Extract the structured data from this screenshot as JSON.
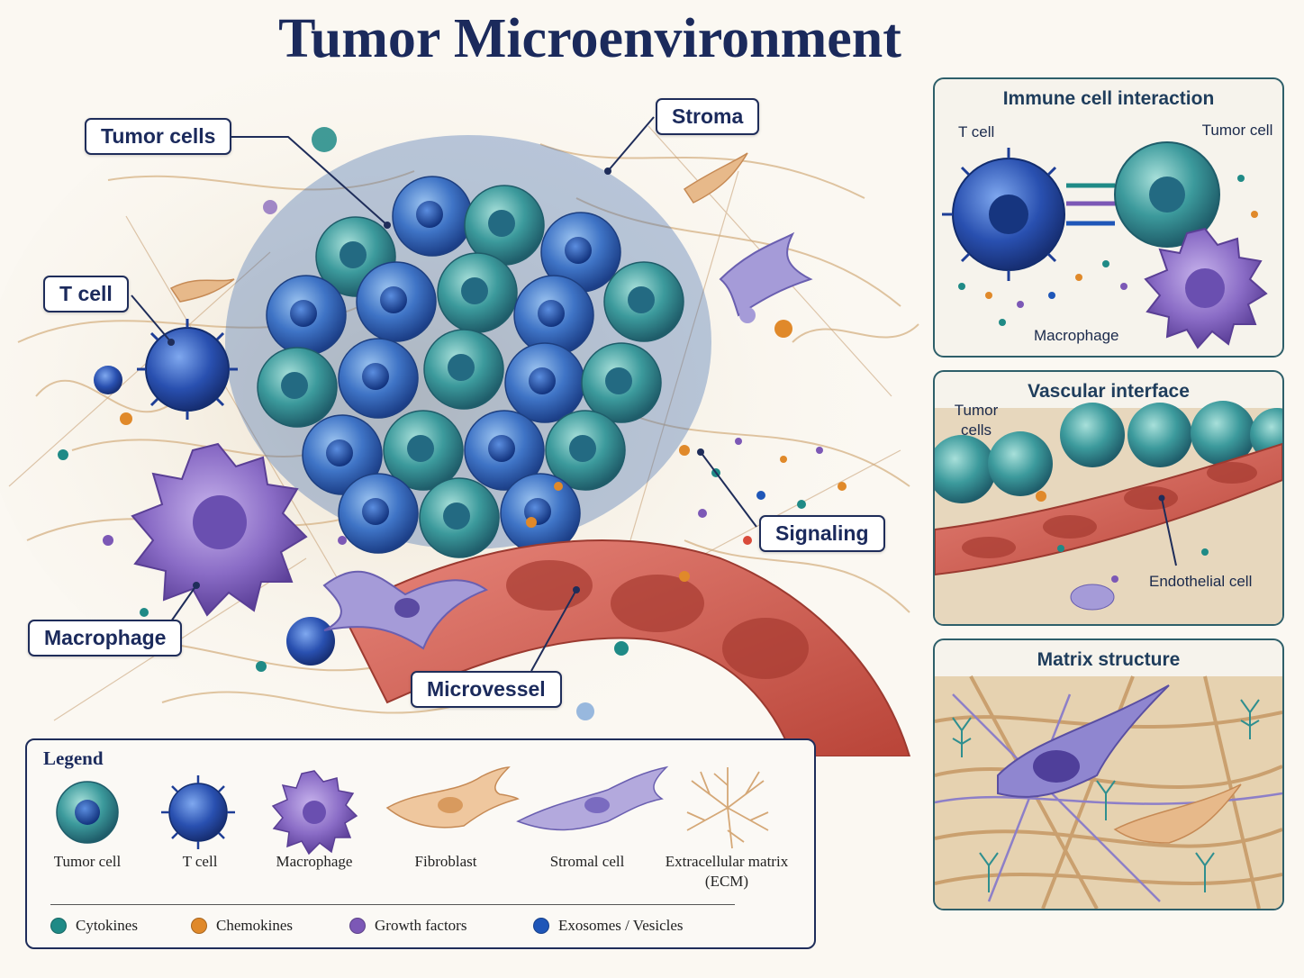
{
  "title": "Tumor Microenvironment",
  "callouts": {
    "tumor_cells": "Tumor cells",
    "stroma": "Stroma",
    "t_cell": "T cell",
    "signaling": "Signaling",
    "macrophage": "Macrophage",
    "microvessel": "Microvessel"
  },
  "panels": {
    "immune": {
      "title": "Immune cell interaction",
      "t_cell": "T cell",
      "tumor_cell": "Tumor cell",
      "macrophage": "Macrophage"
    },
    "vascular": {
      "title": "Vascular interface",
      "tumor_cells": "Tumor cells",
      "endothelial": "Endothelial cell"
    },
    "matrix": {
      "title": "Matrix structure"
    }
  },
  "legend": {
    "title": "Legend",
    "items": [
      {
        "label": "Tumor cell",
        "icon": "tumor-cell-icon"
      },
      {
        "label": "T cell",
        "icon": "t-cell-icon"
      },
      {
        "label": "Macrophage",
        "icon": "macrophage-icon"
      },
      {
        "label": "Fibroblast",
        "icon": "fibroblast-icon"
      },
      {
        "label": "Stromal cell",
        "icon": "stromal-cell-icon"
      },
      {
        "label": "Extracellular matrix (ECM)",
        "icon": "ecm-icon"
      }
    ],
    "signals": [
      {
        "label": "Cytokines",
        "color": "#1f8a86"
      },
      {
        "label": "Chemokines",
        "color": "#e0892a"
      },
      {
        "label": "Growth factors",
        "color": "#7c58b6"
      },
      {
        "label": "Exosomes / Vesicles",
        "color": "#1f56b8"
      }
    ]
  },
  "colors": {
    "title": "#1b2a5c",
    "tumor_blue": "#3e78c4",
    "tumor_teal": "#3a9a9a",
    "macrophage": "#8a6cc6",
    "vessel": "#d9695a",
    "fibroblast": "#e3c29a"
  }
}
